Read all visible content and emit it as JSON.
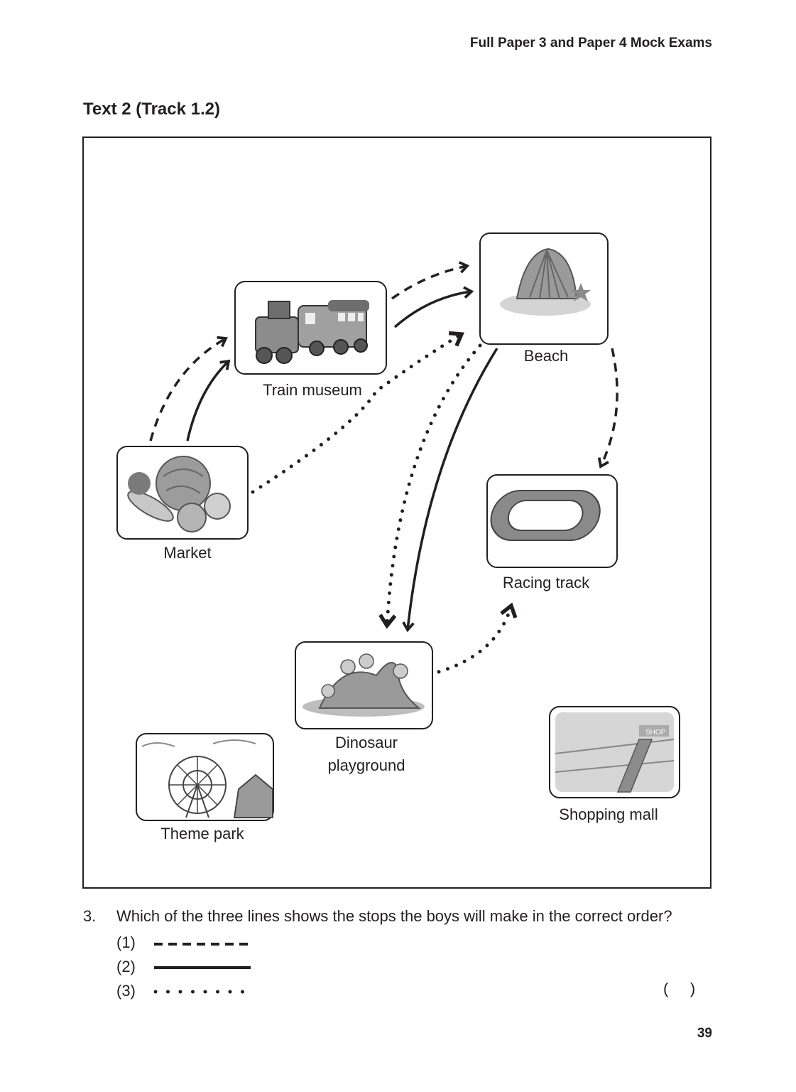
{
  "header": {
    "running_title": "Full Paper 3 and Paper 4 Mock Exams"
  },
  "section": {
    "title": "Text 2 (Track 1.2)"
  },
  "map": {
    "places": {
      "train_museum": "Train museum",
      "beach": "Beach",
      "market": "Market",
      "racing_track": "Racing track",
      "dinosaur_line1": "Dinosaur",
      "dinosaur_line2": "playground",
      "theme_park": "Theme park",
      "shopping_mall": "Shopping mall",
      "shop_sign": "SHOP"
    },
    "routes": [
      {
        "style": "dashed",
        "stops": [
          "Market",
          "Train museum",
          "Beach",
          "Racing track"
        ]
      },
      {
        "style": "solid",
        "stops": [
          "Market",
          "Train museum",
          "Beach",
          "Dinosaur playground"
        ]
      },
      {
        "style": "dotted",
        "stops": [
          "Market",
          "Beach",
          "Dinosaur playground",
          "Racing track"
        ]
      }
    ]
  },
  "question": {
    "number": "3.",
    "text": "Which of the three lines shows the stops the boys will make in the correct order?",
    "options": [
      {
        "label": "(1)",
        "line_style": "dashed"
      },
      {
        "label": "(2)",
        "line_style": "solid"
      },
      {
        "label": "(3)",
        "line_style": "dotted"
      }
    ],
    "answer_bracket": "(     )"
  },
  "footer": {
    "page_number": "39"
  }
}
